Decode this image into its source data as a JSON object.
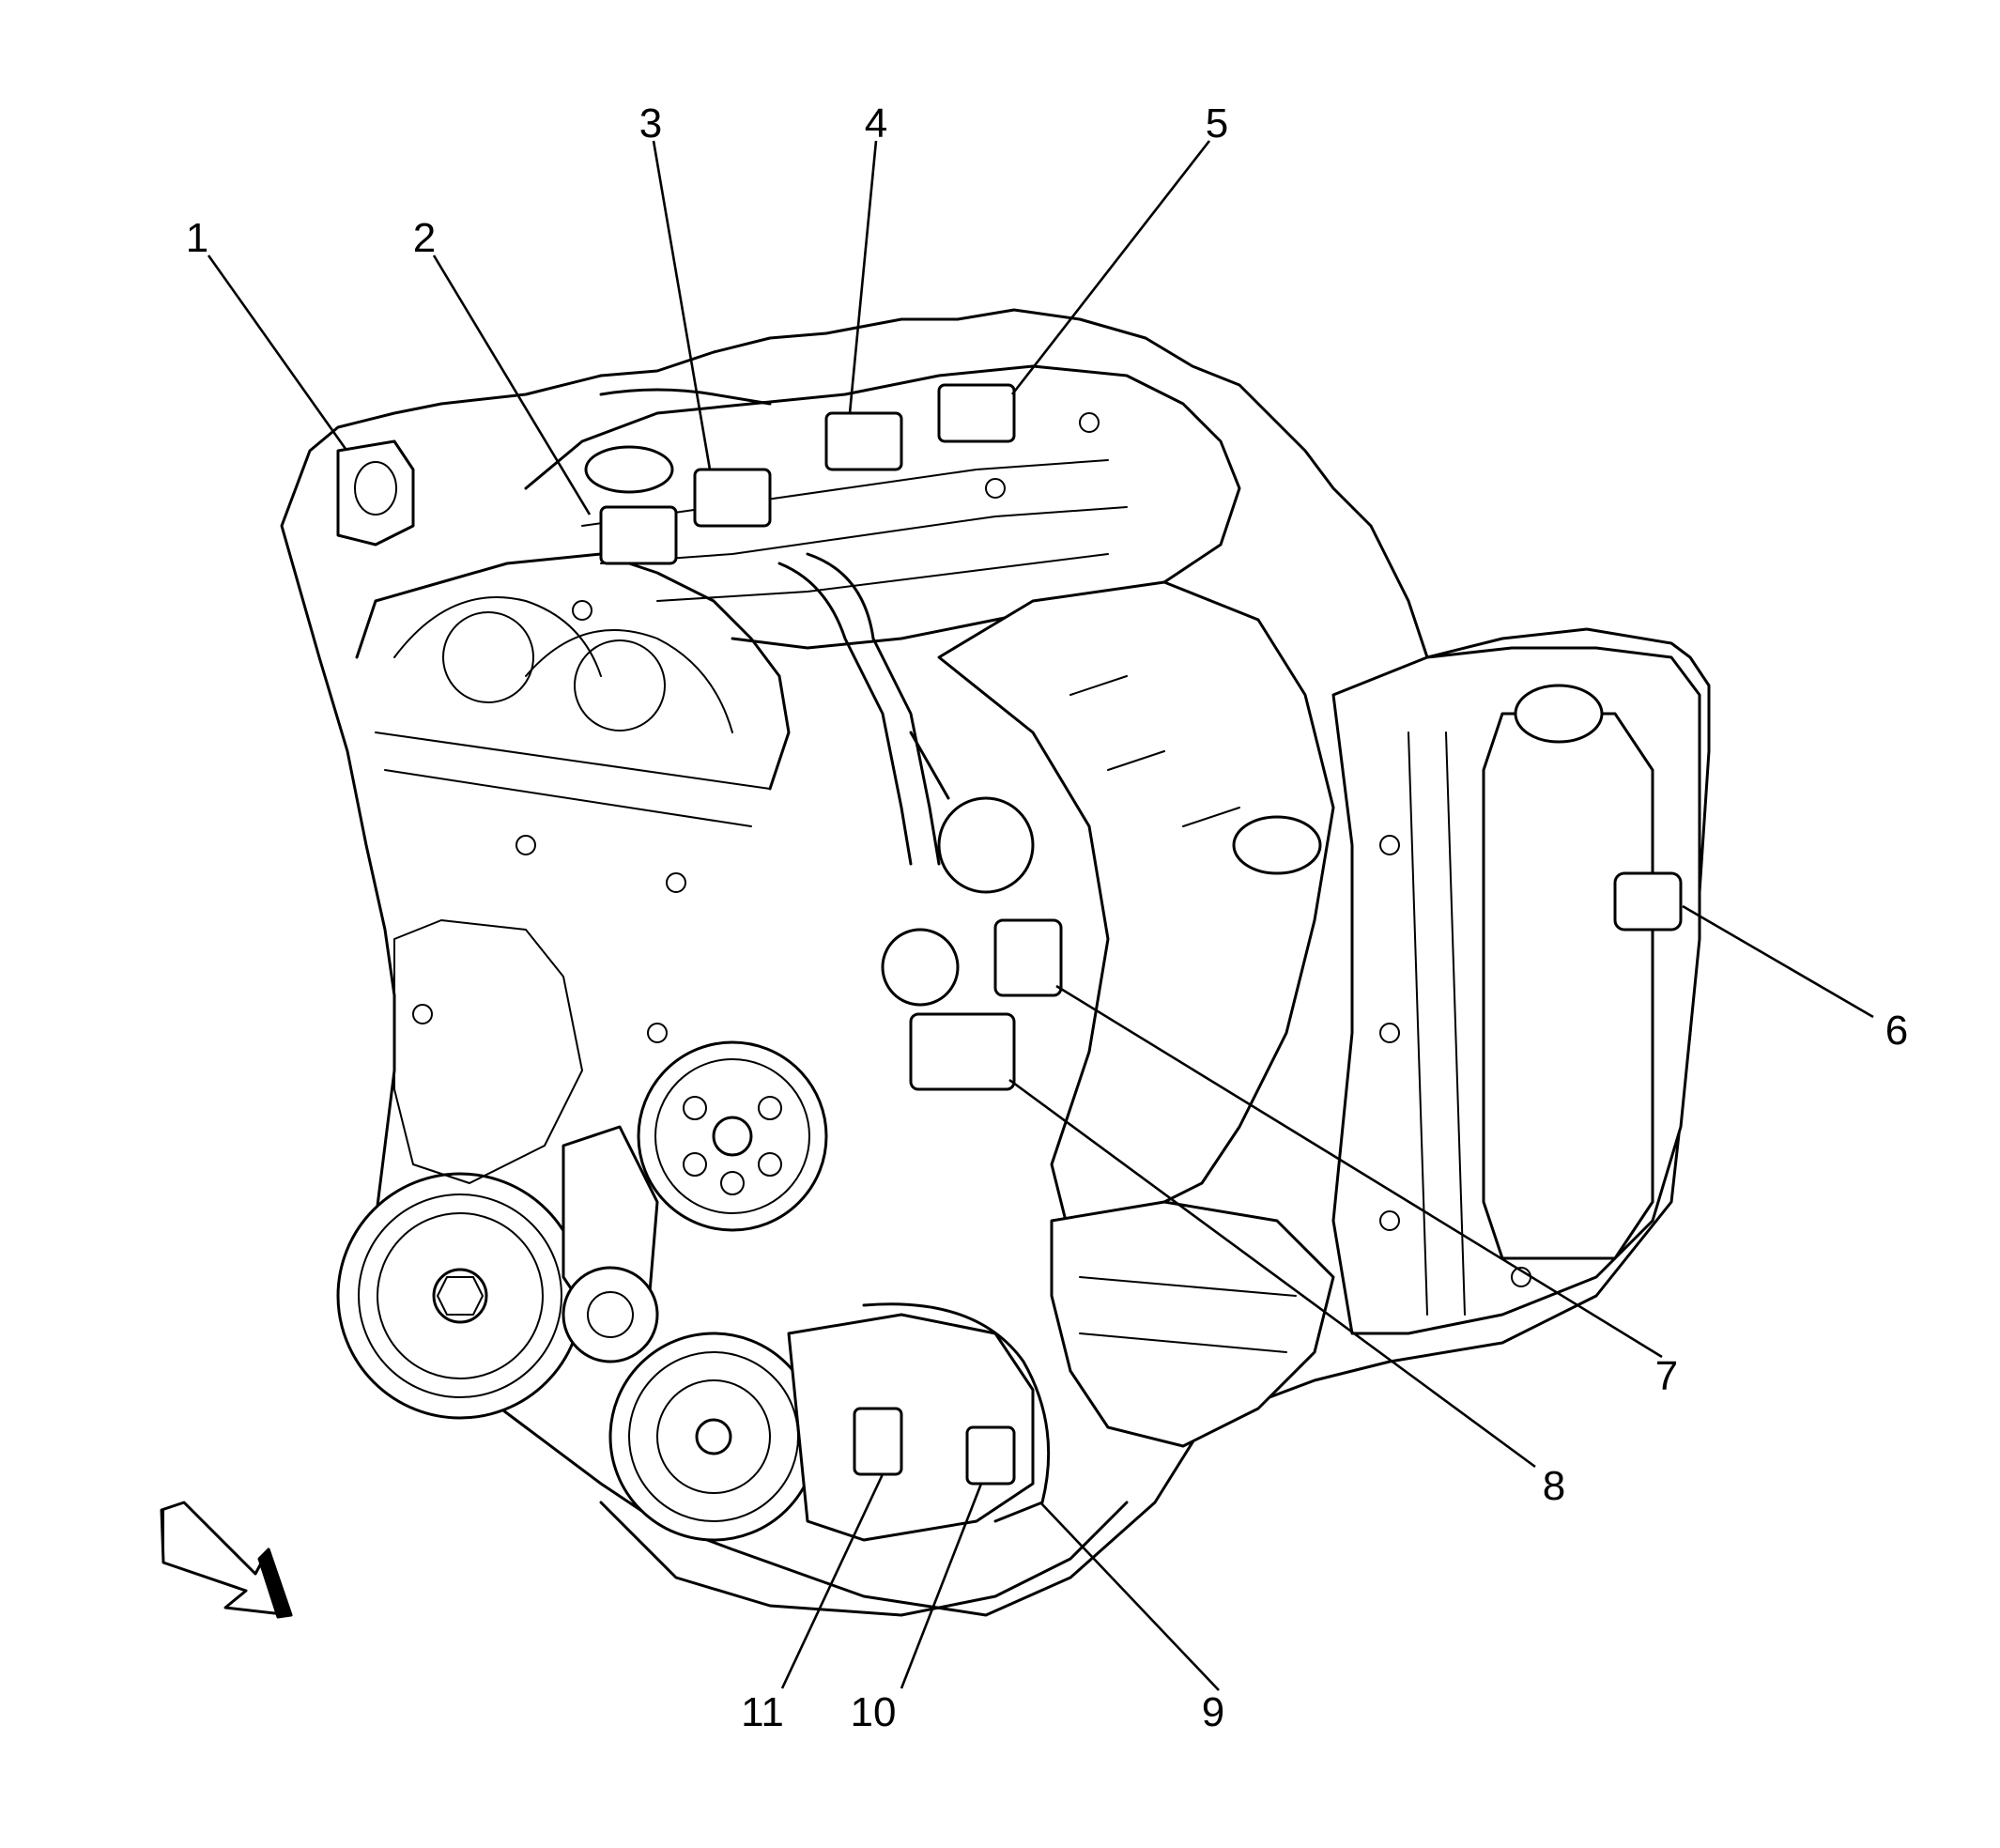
{
  "callouts": [
    {
      "id": "1",
      "label": "1"
    },
    {
      "id": "2",
      "label": "2"
    },
    {
      "id": "3",
      "label": "3"
    },
    {
      "id": "4",
      "label": "4"
    },
    {
      "id": "5",
      "label": "5"
    },
    {
      "id": "6",
      "label": "6"
    },
    {
      "id": "7",
      "label": "7"
    },
    {
      "id": "8",
      "label": "8"
    },
    {
      "id": "9",
      "label": "9"
    },
    {
      "id": "10",
      "label": "10"
    },
    {
      "id": "11",
      "label": "11"
    }
  ],
  "icons": {
    "direction_arrow": "front-direction-arrow-icon"
  }
}
